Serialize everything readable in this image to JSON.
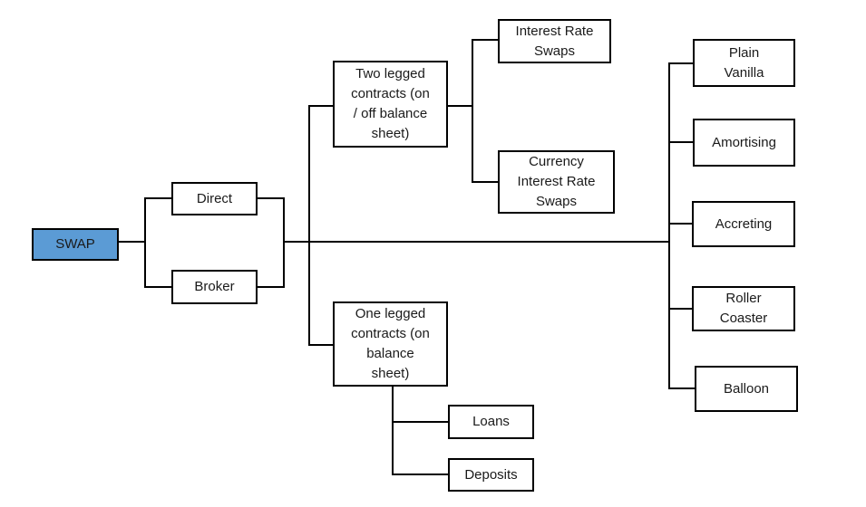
{
  "colors": {
    "accent_fill": "#5B9BD5",
    "box_border": "#000000",
    "line": "#000000",
    "canvas_bg": "#ffffff",
    "text": "#1a1a1a"
  },
  "nodes": {
    "swap": {
      "label": "SWAP"
    },
    "direct": {
      "label": "Direct"
    },
    "broker": {
      "label": "Broker"
    },
    "two_legged": {
      "label": "Two legged\ncontracts (on\n/ off balance\nsheet)"
    },
    "one_legged": {
      "label": "One legged\ncontracts (on\nbalance\nsheet)"
    },
    "interest_rate_swaps": {
      "label": "Interest Rate\nSwaps"
    },
    "currency_interest_rate_swaps": {
      "label": "Currency\nInterest Rate\nSwaps"
    },
    "loans": {
      "label": "Loans"
    },
    "deposits": {
      "label": "Deposits"
    },
    "plain_vanilla": {
      "label": "Plain\nVanilla"
    },
    "amortising": {
      "label": "Amortising"
    },
    "accreting": {
      "label": "Accreting"
    },
    "roller_coaster": {
      "label": "Roller\nCoaster"
    },
    "balloon": {
      "label": "Balloon"
    }
  },
  "relationships": [
    {
      "from": "SWAP",
      "to": [
        "Direct",
        "Broker"
      ]
    },
    {
      "from": "Direct / Broker",
      "to": [
        "Two legged contracts (on / off balance sheet)",
        "One legged contracts (on balance sheet)",
        "Plain Vanilla",
        "Amortising",
        "Accreting",
        "Roller Coaster",
        "Balloon"
      ]
    },
    {
      "from": "Two legged contracts (on / off balance sheet)",
      "to": [
        "Interest Rate Swaps",
        "Currency Interest Rate Swaps"
      ]
    },
    {
      "from": "One legged contracts (on balance sheet)",
      "to": [
        "Loans",
        "Deposits"
      ]
    }
  ]
}
